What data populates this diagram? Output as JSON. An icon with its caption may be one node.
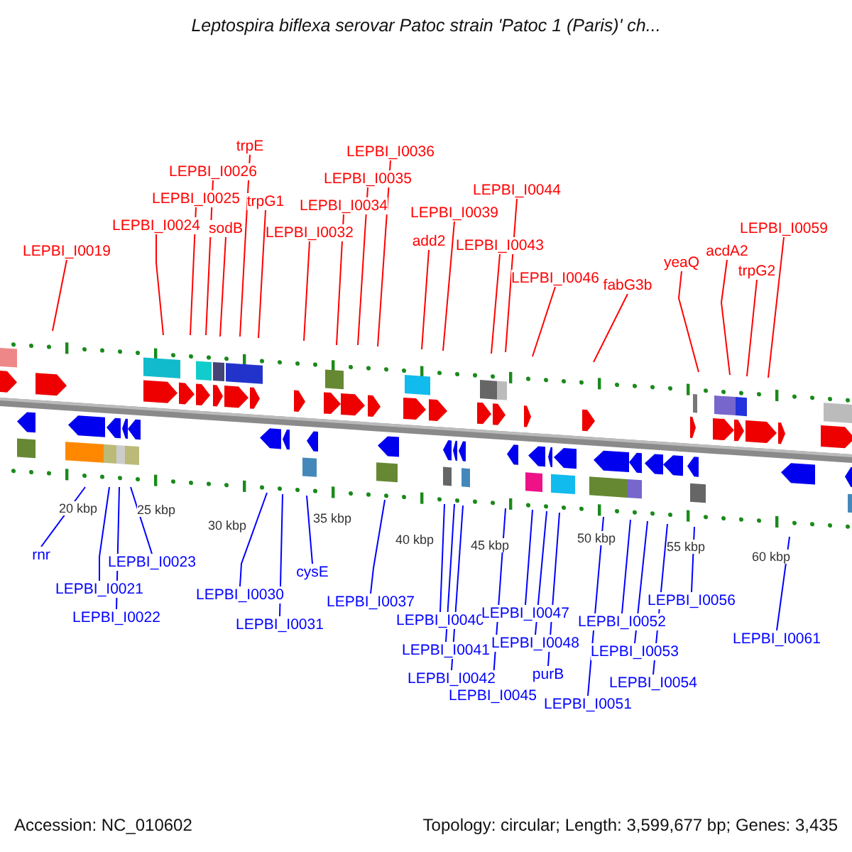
{
  "diagram": {
    "title": "Leptospira biflexa serovar Patoc strain 'Patoc 1 (Paris)' ch...",
    "nodes": [
      {
        "text": [
          "LEPBI_I0019"
        ]
      },
      {
        "text": [
          "LEPBI_I0024"
        ]
      },
      {
        "text": [
          "LEPBI_I0025"
        ]
      },
      {
        "text": [
          "LEPBI_I0026"
        ]
      },
      {
        "text": [
          "sodB"
        ]
      },
      {
        "text": [
          "trpE"
        ]
      },
      {
        "text": [
          "trpG1"
        ]
      },
      {
        "text": [
          "LEPBI_I0032"
        ]
      },
      {
        "text": [
          "LEPBI_I0034"
        ]
      },
      {
        "text": [
          "LEPBI_I0035"
        ]
      },
      {
        "text": [
          "LEPBI_I0036"
        ]
      },
      {
        "text": [
          "add2"
        ]
      },
      {
        "text": [
          "LEPBI_I0039"
        ]
      },
      {
        "text": [
          "LEPBI_I0043"
        ]
      },
      {
        "text": [
          "LEPBI_I0044"
        ]
      },
      {
        "text": [
          "LEPBI_I0046"
        ]
      },
      {
        "text": [
          "fabG3b"
        ]
      },
      {
        "text": [
          "yeaQ"
        ]
      },
      {
        "text": [
          "acdA2"
        ]
      },
      {
        "text": [
          "trpG2"
        ]
      },
      {
        "text": [
          "LEPBI_I0059"
        ]
      },
      {
        "text": [
          "rnr"
        ]
      },
      {
        "text": [
          "LEPBI_I0021"
        ]
      },
      {
        "text": [
          "LEPBI_I0022"
        ]
      },
      {
        "text": [
          "LEPBI_I0023"
        ]
      },
      {
        "text": [
          "LEPBI_I0030"
        ]
      },
      {
        "text": [
          "LEPBI_I0031"
        ]
      },
      {
        "text": [
          "cysE"
        ]
      },
      {
        "text": [
          "LEPBI_I0037"
        ]
      },
      {
        "text": [
          "LEPBI_I0040"
        ]
      },
      {
        "text": [
          "LEPBI_I0041"
        ]
      },
      {
        "text": [
          "LEPBI_I0042"
        ]
      },
      {
        "text": [
          "LEPBI_I0045"
        ]
      },
      {
        "text": [
          "LEPBI_I0047"
        ]
      },
      {
        "text": [
          "LEPBI_I0048"
        ]
      },
      {
        "text": [
          "purB"
        ]
      },
      {
        "text": [
          "LEPBI_I0051"
        ]
      },
      {
        "text": [
          "LEPBI_I0052"
        ]
      },
      {
        "text": [
          "LEPBI_I0053"
        ]
      },
      {
        "text": [
          "LEPBI_I0054"
        ]
      },
      {
        "text": [
          "LEPBI_I0056"
        ]
      },
      {
        "text": [
          "LEPBI_I0061"
        ]
      }
    ],
    "edges": [
      {
        "from": 0,
        "to": null,
        "arrow": "none",
        "color": "#ff0000"
      },
      {
        "from": 1,
        "to": null,
        "arrow": "none",
        "color": "#ff0000"
      },
      {
        "from": 2,
        "to": null,
        "arrow": "none",
        "color": "#ff0000"
      },
      {
        "from": 3,
        "to": null,
        "arrow": "none",
        "color": "#ff0000"
      },
      {
        "from": 4,
        "to": null,
        "arrow": "none",
        "color": "#ff0000"
      },
      {
        "from": 5,
        "to": null,
        "arrow": "none",
        "color": "#ff0000"
      },
      {
        "from": 6,
        "to": null,
        "arrow": "none",
        "color": "#ff0000"
      },
      {
        "from": 7,
        "to": null,
        "arrow": "none",
        "color": "#ff0000"
      },
      {
        "from": 8,
        "to": null,
        "arrow": "none",
        "color": "#ff0000"
      },
      {
        "from": 9,
        "to": null,
        "arrow": "none",
        "color": "#ff0000"
      },
      {
        "from": 10,
        "to": null,
        "arrow": "none",
        "color": "#ff0000"
      },
      {
        "from": 11,
        "to": null,
        "arrow": "none",
        "color": "#ff0000"
      },
      {
        "from": 12,
        "to": null,
        "arrow": "none",
        "color": "#ff0000"
      },
      {
        "from": 13,
        "to": null,
        "arrow": "none",
        "color": "#ff0000"
      },
      {
        "from": 14,
        "to": null,
        "arrow": "none",
        "color": "#ff0000"
      },
      {
        "from": 15,
        "to": null,
        "arrow": "none",
        "color": "#ff0000"
      },
      {
        "from": 16,
        "to": null,
        "arrow": "none",
        "color": "#ff0000"
      },
      {
        "from": 17,
        "to": null,
        "arrow": "none",
        "color": "#ff0000"
      },
      {
        "from": 18,
        "to": null,
        "arrow": "none",
        "color": "#ff0000"
      },
      {
        "from": 19,
        "to": null,
        "arrow": "none",
        "color": "#ff0000"
      },
      {
        "from": 20,
        "to": null,
        "arrow": "none",
        "color": "#ff0000"
      },
      {
        "from": 21,
        "to": null,
        "arrow": "none",
        "color": "#0000ff"
      },
      {
        "from": 22,
        "to": null,
        "arrow": "none",
        "color": "#0000ff"
      },
      {
        "from": 23,
        "to": null,
        "arrow": "none",
        "color": "#0000ff"
      },
      {
        "from": 24,
        "to": null,
        "arrow": "none",
        "color": "#0000ff"
      },
      {
        "from": 25,
        "to": null,
        "arrow": "none",
        "color": "#0000ff"
      },
      {
        "from": 26,
        "to": null,
        "arrow": "none",
        "color": "#0000ff"
      },
      {
        "from": 27,
        "to": null,
        "arrow": "none",
        "color": "#0000ff"
      },
      {
        "from": 28,
        "to": null,
        "arrow": "none",
        "color": "#0000ff"
      },
      {
        "from": 29,
        "to": null,
        "arrow": "none",
        "color": "#0000ff"
      },
      {
        "from": 30,
        "to": null,
        "arrow": "none",
        "color": "#0000ff"
      },
      {
        "from": 31,
        "to": null,
        "arrow": "none",
        "color": "#0000ff"
      },
      {
        "from": 32,
        "to": null,
        "arrow": "none",
        "color": "#0000ff"
      },
      {
        "from": 33,
        "to": null,
        "arrow": "none",
        "color": "#0000ff"
      },
      {
        "from": 34,
        "to": null,
        "arrow": "none",
        "color": "#0000ff"
      },
      {
        "from": 35,
        "to": null,
        "arrow": "none",
        "color": "#0000ff"
      },
      {
        "from": 36,
        "to": null,
        "arrow": "none",
        "color": "#0000ff"
      },
      {
        "from": 37,
        "to": null,
        "arrow": "none",
        "color": "#0000ff"
      },
      {
        "from": 38,
        "to": null,
        "arrow": "none",
        "color": "#0000ff"
      },
      {
        "from": 39,
        "to": null,
        "arrow": "none",
        "color": "#0000ff"
      },
      {
        "from": 40,
        "to": null,
        "arrow": "none",
        "color": "#0000ff"
      },
      {
        "from": 41,
        "to": null,
        "arrow": "none",
        "color": "#0000ff"
      }
    ],
    "labels": [
      "20 kbp",
      "25 kbp",
      "30 kbp",
      "35 kbp",
      "40 kbp",
      "45 kbp",
      "50 kbp",
      "55 kbp",
      "60 kbp",
      "Accession: NC_010602",
      "Topology: circular; Length: 3,599,677 bp; Genes: 3,435"
    ]
  }
}
